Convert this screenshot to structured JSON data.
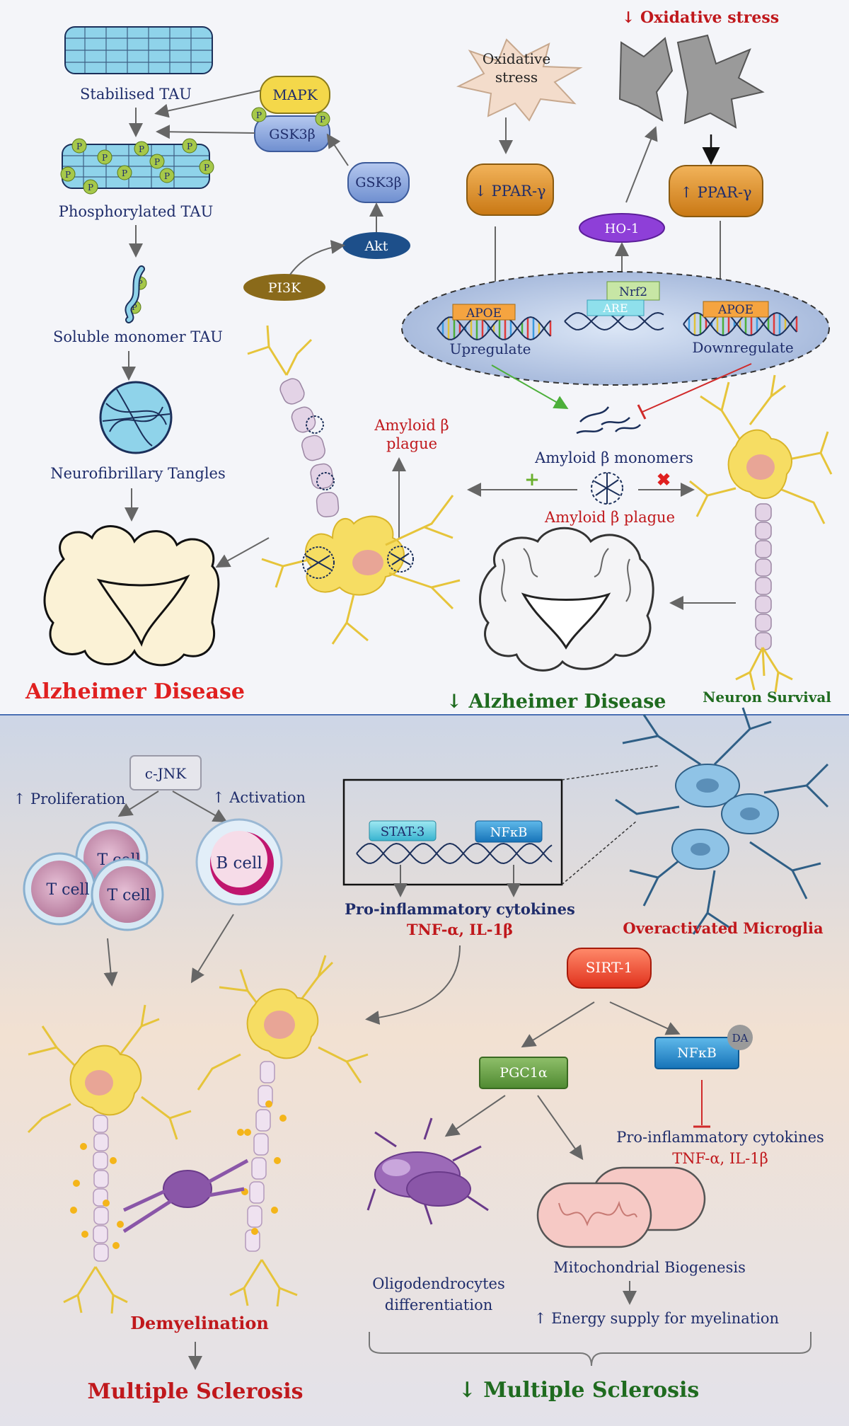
{
  "ad": {
    "tau_stabilised": "Stabilised TAU",
    "tau_phosphorylated": "Phosphorylated TAU",
    "tau_soluble": "Soluble monomer TAU",
    "tangles": "Neurofibrillary Tangles",
    "mapk": "MAPK",
    "gsk3b": "GSK3β",
    "akt": "Akt",
    "pi3k": "PI3K",
    "p": "P",
    "oxidative_stress_burst": "Oxidative\nstress",
    "oxidative_stress_down": "↓ Oxidative stress",
    "ppar_down": "↓ PPAR-γ",
    "ppar_up": "↑ PPAR-γ",
    "ho1": "HO-1",
    "nrf2": "Nrf2",
    "are": "ARE",
    "apoe": "APOE",
    "upregulate": "Upregulate",
    "downregulate": "Downregulate",
    "amyloid_plague_top": "Amyloid β\nplague",
    "amyloid_monomers": "Amyloid β monomers",
    "amyloid_plague": "Amyloid β plague",
    "alzheimer": "Alzheimer Disease",
    "alzheimer_down": "↓ Alzheimer Disease",
    "neuron_survival": "Neuron Survival"
  },
  "ms": {
    "cjnk": "c-JNK",
    "proliferation": "↑ Proliferation",
    "activation": "↑ Activation",
    "tcell": "T cell",
    "bcell": "B cell",
    "stat3": "STAT-3",
    "nfkb": "NFκB",
    "proinflam": "Pro-inflammatory cytokines",
    "tnf": "TNF-α, IL-1β",
    "microglia": "Overactivated Microglia",
    "sirt1": "SIRT-1",
    "pgc1a": "PGC1α",
    "da": "DA",
    "proinflam2": "Pro-inflammatory cytokines",
    "tnf2": "TNF-α, IL-1β",
    "oligo": "Oligodendrocytes\ndifferentiation",
    "mito": "Mitochondrial Biogenesis",
    "energy": "↑ Energy supply for myelination",
    "demyelination": "Demyelination",
    "ms": "Multiple Sclerosis",
    "ms_down": "↓ Multiple Sclerosis"
  },
  "colors": {
    "navy": "#1f2d6b",
    "red": "#c0181c",
    "green": "#1f6b1f",
    "orange": "#d98a1a",
    "blue_pill": "#8aa6dd",
    "yellow_pill": "#f2d548"
  }
}
